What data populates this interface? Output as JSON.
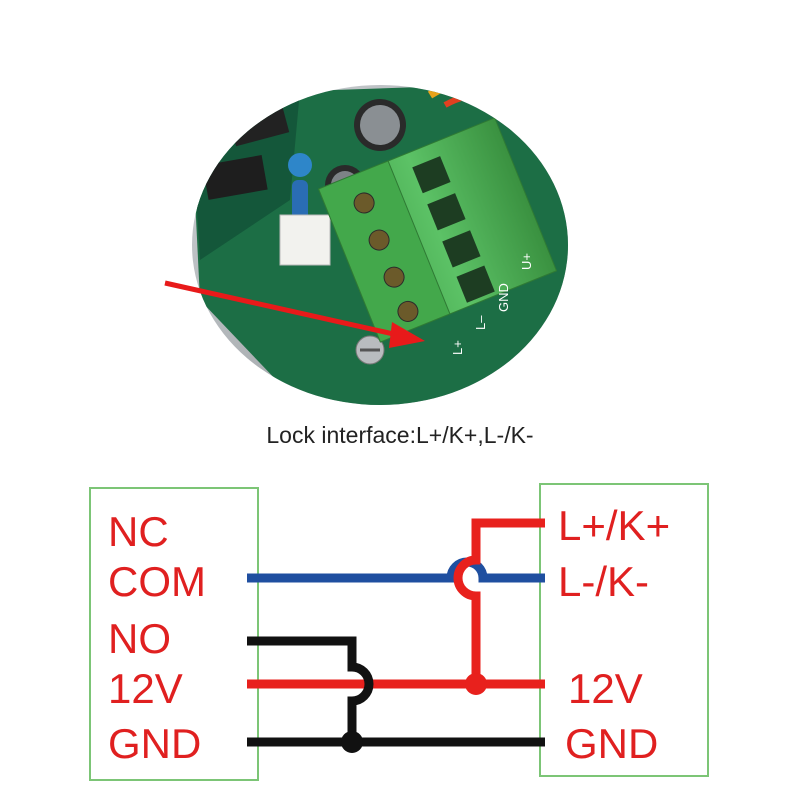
{
  "photo": {
    "pcb_labels": [
      "L+",
      "L–",
      "GND",
      "U+"
    ]
  },
  "caption": "Lock interface:L+/K+,L-/K-",
  "controller": {
    "terminals": [
      "NC",
      "COM",
      "NO",
      "12V",
      "GND"
    ]
  },
  "lock": {
    "terminals": [
      "L+/K+",
      "L-/K-",
      "12V",
      "GND"
    ]
  },
  "colors": {
    "box_border": "#7cc576",
    "label_red": "#e02020",
    "wire_blue": "#1f4fa0",
    "wire_red": "#e8211d",
    "wire_black": "#111111",
    "pcb_green": "#1c6e45",
    "terminal_block_green": "#4cb050",
    "arrow_red": "#e81a1a"
  }
}
